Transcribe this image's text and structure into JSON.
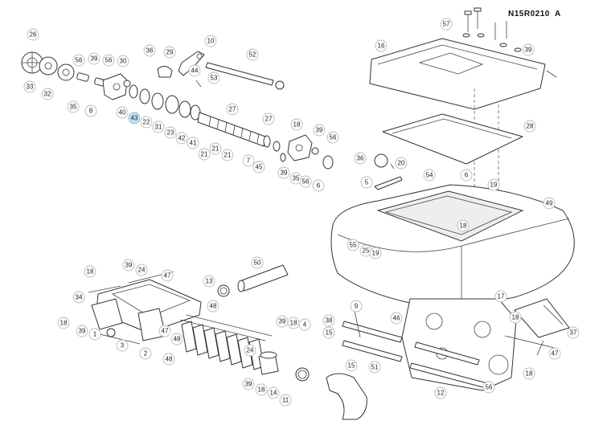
{
  "drawing": {
    "code": "N15R0210",
    "revision": "A",
    "highlight_color": "#bfe0ee",
    "callouts": [
      "26",
      "33",
      "32",
      "56",
      "39",
      "56",
      "30",
      "35",
      "8",
      "36",
      "29",
      "10",
      "44",
      "52",
      "53",
      "40",
      "43",
      "22",
      "31",
      "23",
      "42",
      "41",
      "21",
      "21",
      "21",
      "27",
      "27",
      "7",
      "45",
      "18",
      "39",
      "56",
      "35",
      "56",
      "6",
      "39",
      "57",
      "16",
      "39",
      "28",
      "36",
      "20",
      "5",
      "54",
      "6",
      "19",
      "49",
      "18",
      "55",
      "25",
      "19",
      "50",
      "13",
      "48",
      "18",
      "39",
      "24",
      "47",
      "34",
      "18",
      "39",
      "1",
      "3",
      "2",
      "47",
      "48",
      "48",
      "24",
      "39",
      "18",
      "4",
      "39",
      "18",
      "14",
      "11",
      "38",
      "15",
      "9",
      "46",
      "51",
      "15",
      "12",
      "56",
      "17",
      "18",
      "37",
      "47",
      "18"
    ],
    "highlighted": "43"
  }
}
